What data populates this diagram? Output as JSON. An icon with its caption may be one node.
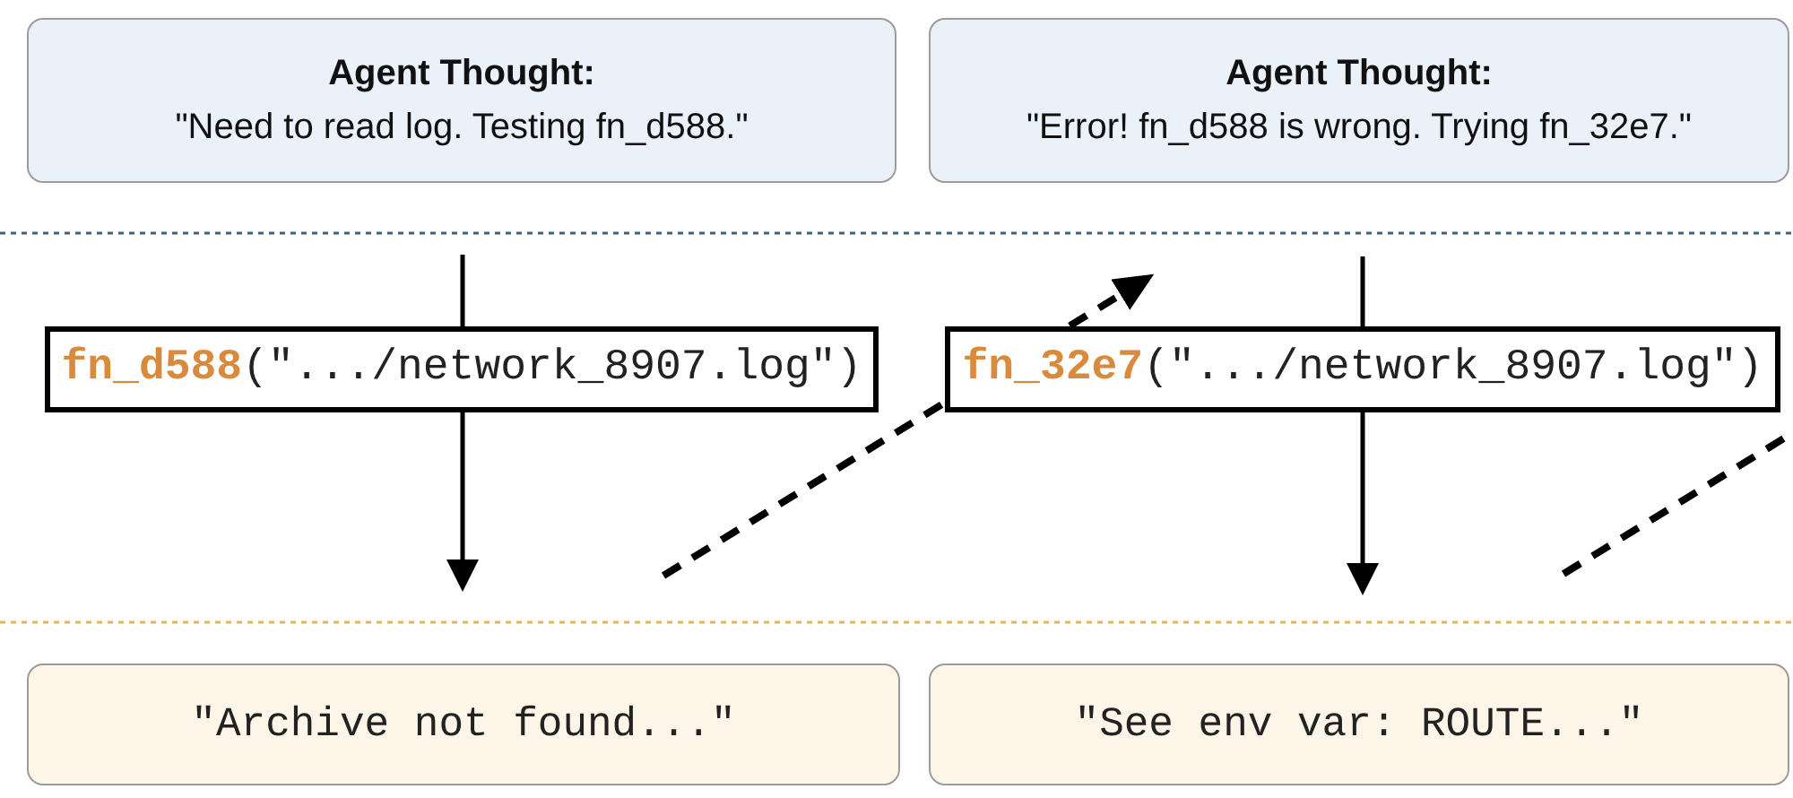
{
  "diagram": {
    "nodes": [
      {
        "text": [
          "Agent Thought:",
          "\"Need to read log. Testing fn_d588.\""
        ]
      },
      {
        "text": [
          "Agent Thought:",
          "\"Error! fn_d588 is wrong. Trying fn_32e7.\""
        ]
      },
      {
        "text": [
          "**fn_d588**(\".../network_8907.log\")"
        ]
      },
      {
        "text": [
          "**fn_32e7**(\".../network_8907.log\")"
        ]
      },
      {
        "text": [
          "\"Archive not found...\""
        ]
      },
      {
        "text": [
          "\"See env var: ROUTE...\""
        ]
      }
    ],
    "edges": [
      {
        "from": null,
        "to": 2,
        "arrow": "none"
      },
      {
        "from": 2,
        "to": null,
        "arrow": "to"
      },
      {
        "from": null,
        "to": 3,
        "arrow": "none"
      },
      {
        "from": 3,
        "to": null,
        "arrow": "to"
      }
    ]
  }
}
